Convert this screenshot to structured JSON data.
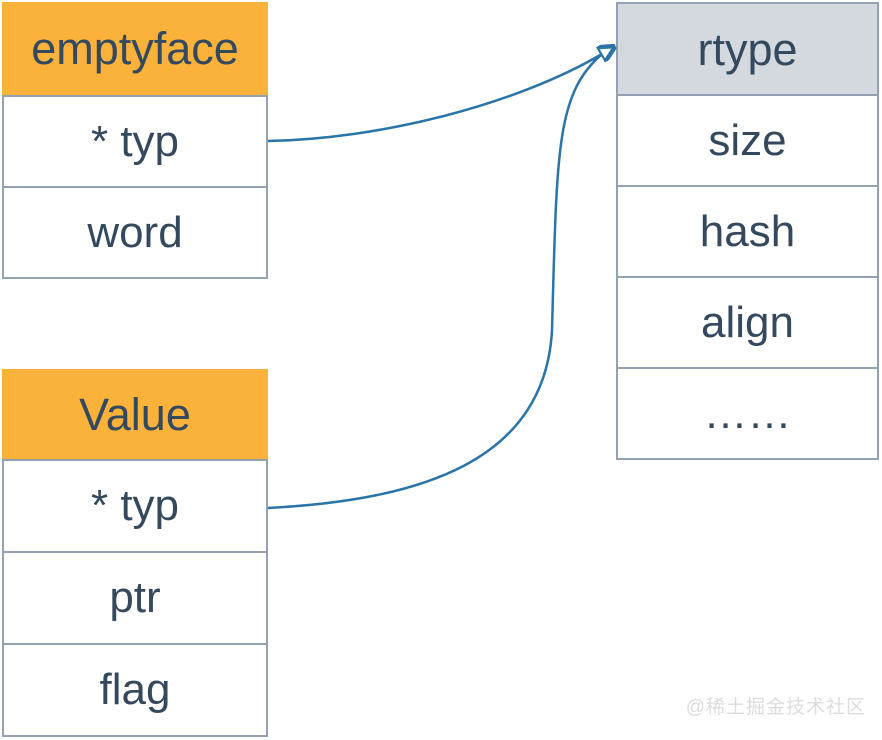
{
  "colors": {
    "header_orange": "#FBB23B",
    "header_gray": "#D4D9E0",
    "border": "#94A1B0",
    "text": "#35495E",
    "arrow": "#2B74A8",
    "watermark": "#DCDCDC"
  },
  "tables": [
    {
      "header": "emptyface",
      "rows": [
        "* typ",
        "word"
      ]
    },
    {
      "header": "Value",
      "rows": [
        "* typ",
        "ptr",
        "flag"
      ]
    },
    {
      "header": "rtype",
      "rows": [
        "size",
        "hash",
        "align",
        "……"
      ]
    }
  ],
  "arrows": [
    {
      "name": "emptyface-typ-to-rtype",
      "from": "emptyface.* typ",
      "to": "rtype"
    },
    {
      "name": "value-typ-to-rtype",
      "from": "Value.* typ",
      "to": "rtype"
    }
  ],
  "watermark": {
    "text": "@稀土掘金技术社区"
  }
}
